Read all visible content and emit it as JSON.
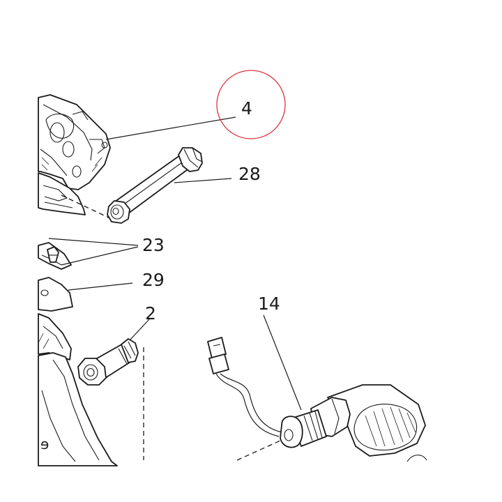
{
  "callouts": {
    "c4": "4",
    "c28": "28",
    "c23": "23",
    "c29": "29",
    "c2": "2",
    "c14": "14",
    "edge_fragment": "ɘ"
  },
  "highlight": {
    "target": "4",
    "color": "#d9333f"
  }
}
